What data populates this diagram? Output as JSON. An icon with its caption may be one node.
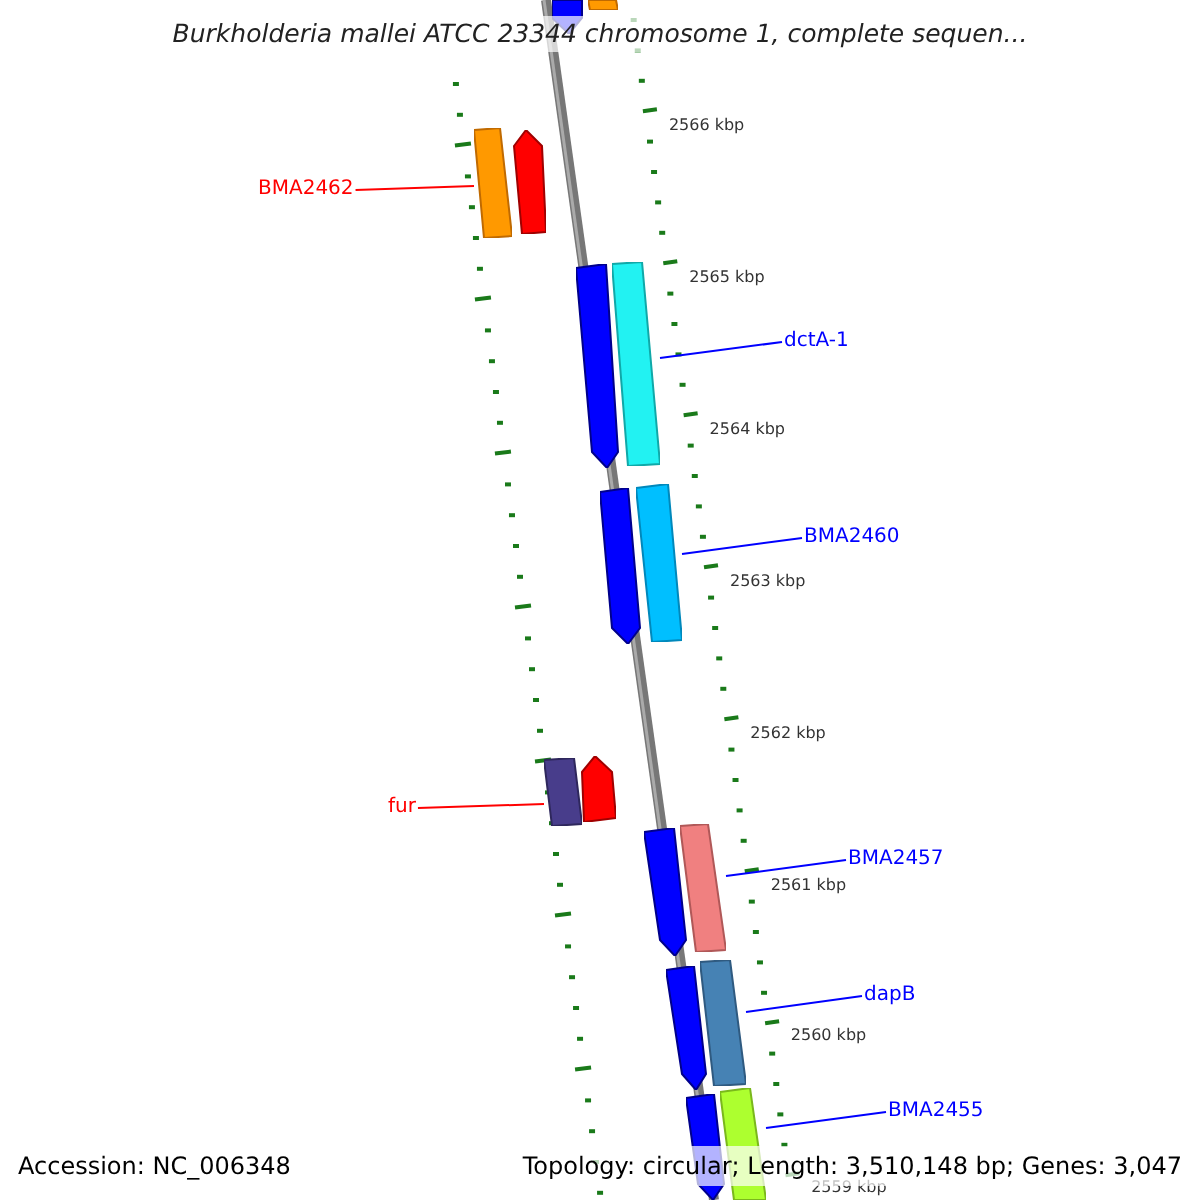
{
  "diagram": {
    "title": "Burkholderia mallei ATCC 23344 chromosome 1, complete sequen...",
    "nodes": [
      {
        "text": [],
        "shape": "pentagon"
      },
      {
        "text": [],
        "shape": "bar"
      },
      {
        "text": [
          "BMA2462"
        ]
      },
      {
        "text": [],
        "shape": "bar"
      },
      {
        "text": [],
        "shape": "pentagon"
      },
      {
        "text": [],
        "shape": "pentagon"
      },
      {
        "text": [],
        "shape": "bar"
      },
      {
        "text": [
          "dctA-1"
        ]
      },
      {
        "text": [],
        "shape": "pentagon"
      },
      {
        "text": [],
        "shape": "bar"
      },
      {
        "text": [
          "BMA2460"
        ]
      },
      {
        "text": [
          "fur"
        ]
      },
      {
        "text": [],
        "shape": "bar"
      },
      {
        "text": [],
        "shape": "pentagon"
      },
      {
        "text": [],
        "shape": "pentagon"
      },
      {
        "text": [],
        "shape": "bar"
      },
      {
        "text": [
          "BMA2457"
        ]
      },
      {
        "text": [],
        "shape": "pentagon"
      },
      {
        "text": [],
        "shape": "bar"
      },
      {
        "text": [
          "dapB"
        ]
      },
      {
        "text": [],
        "shape": "pentagon"
      },
      {
        "text": [],
        "shape": "bar"
      },
      {
        "text": [
          "BMA2455"
        ]
      }
    ],
    "edges": [
      {
        "from": 2,
        "to": 3,
        "arrow": "none",
        "color": "#ff0000"
      },
      {
        "from": 7,
        "to": 6,
        "arrow": "none"
      },
      {
        "from": 10,
        "to": 9,
        "arrow": "none"
      },
      {
        "from": 11,
        "to": 12,
        "arrow": "none",
        "color": "#ff0000"
      },
      {
        "from": 16,
        "to": 15,
        "arrow": "none"
      },
      {
        "from": 19,
        "to": 18,
        "arrow": "none"
      },
      {
        "from": 22,
        "to": 21,
        "arrow": "none"
      }
    ],
    "labels": [
      "2566 kbp",
      "2565 kbp",
      "2564 kbp",
      "2563 kbp",
      "2562 kbp",
      "2561 kbp",
      "2560 kbp",
      "2559 kbp",
      "Accession: NC_006348",
      "Topology: circular; Length: 3,510,148 bp; Genes: 3,047"
    ]
  }
}
